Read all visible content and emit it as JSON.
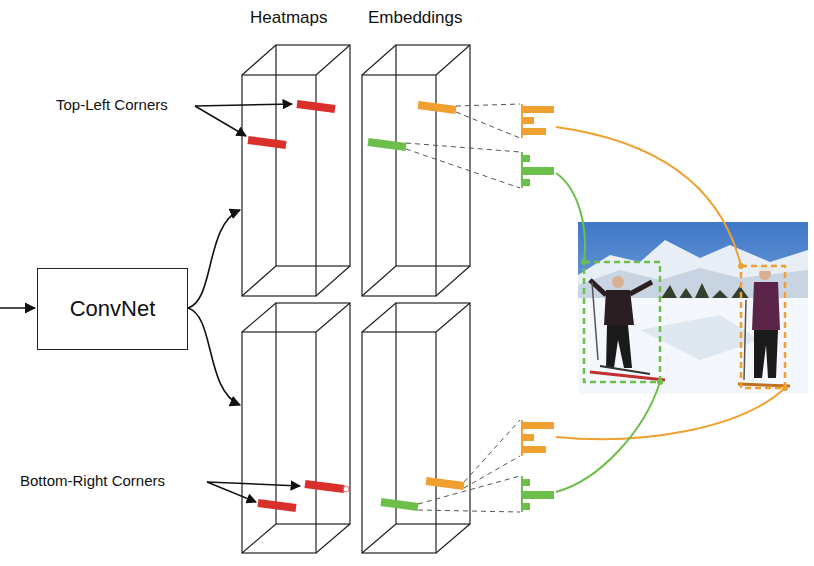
{
  "diagram": {
    "nodes": [
      {
        "text": [
          "ConvNet"
        ]
      }
    ],
    "labels": [
      "Heatmaps",
      "Embeddings",
      "Top-Left Corners",
      "Bottom-Right Corners"
    ]
  }
}
